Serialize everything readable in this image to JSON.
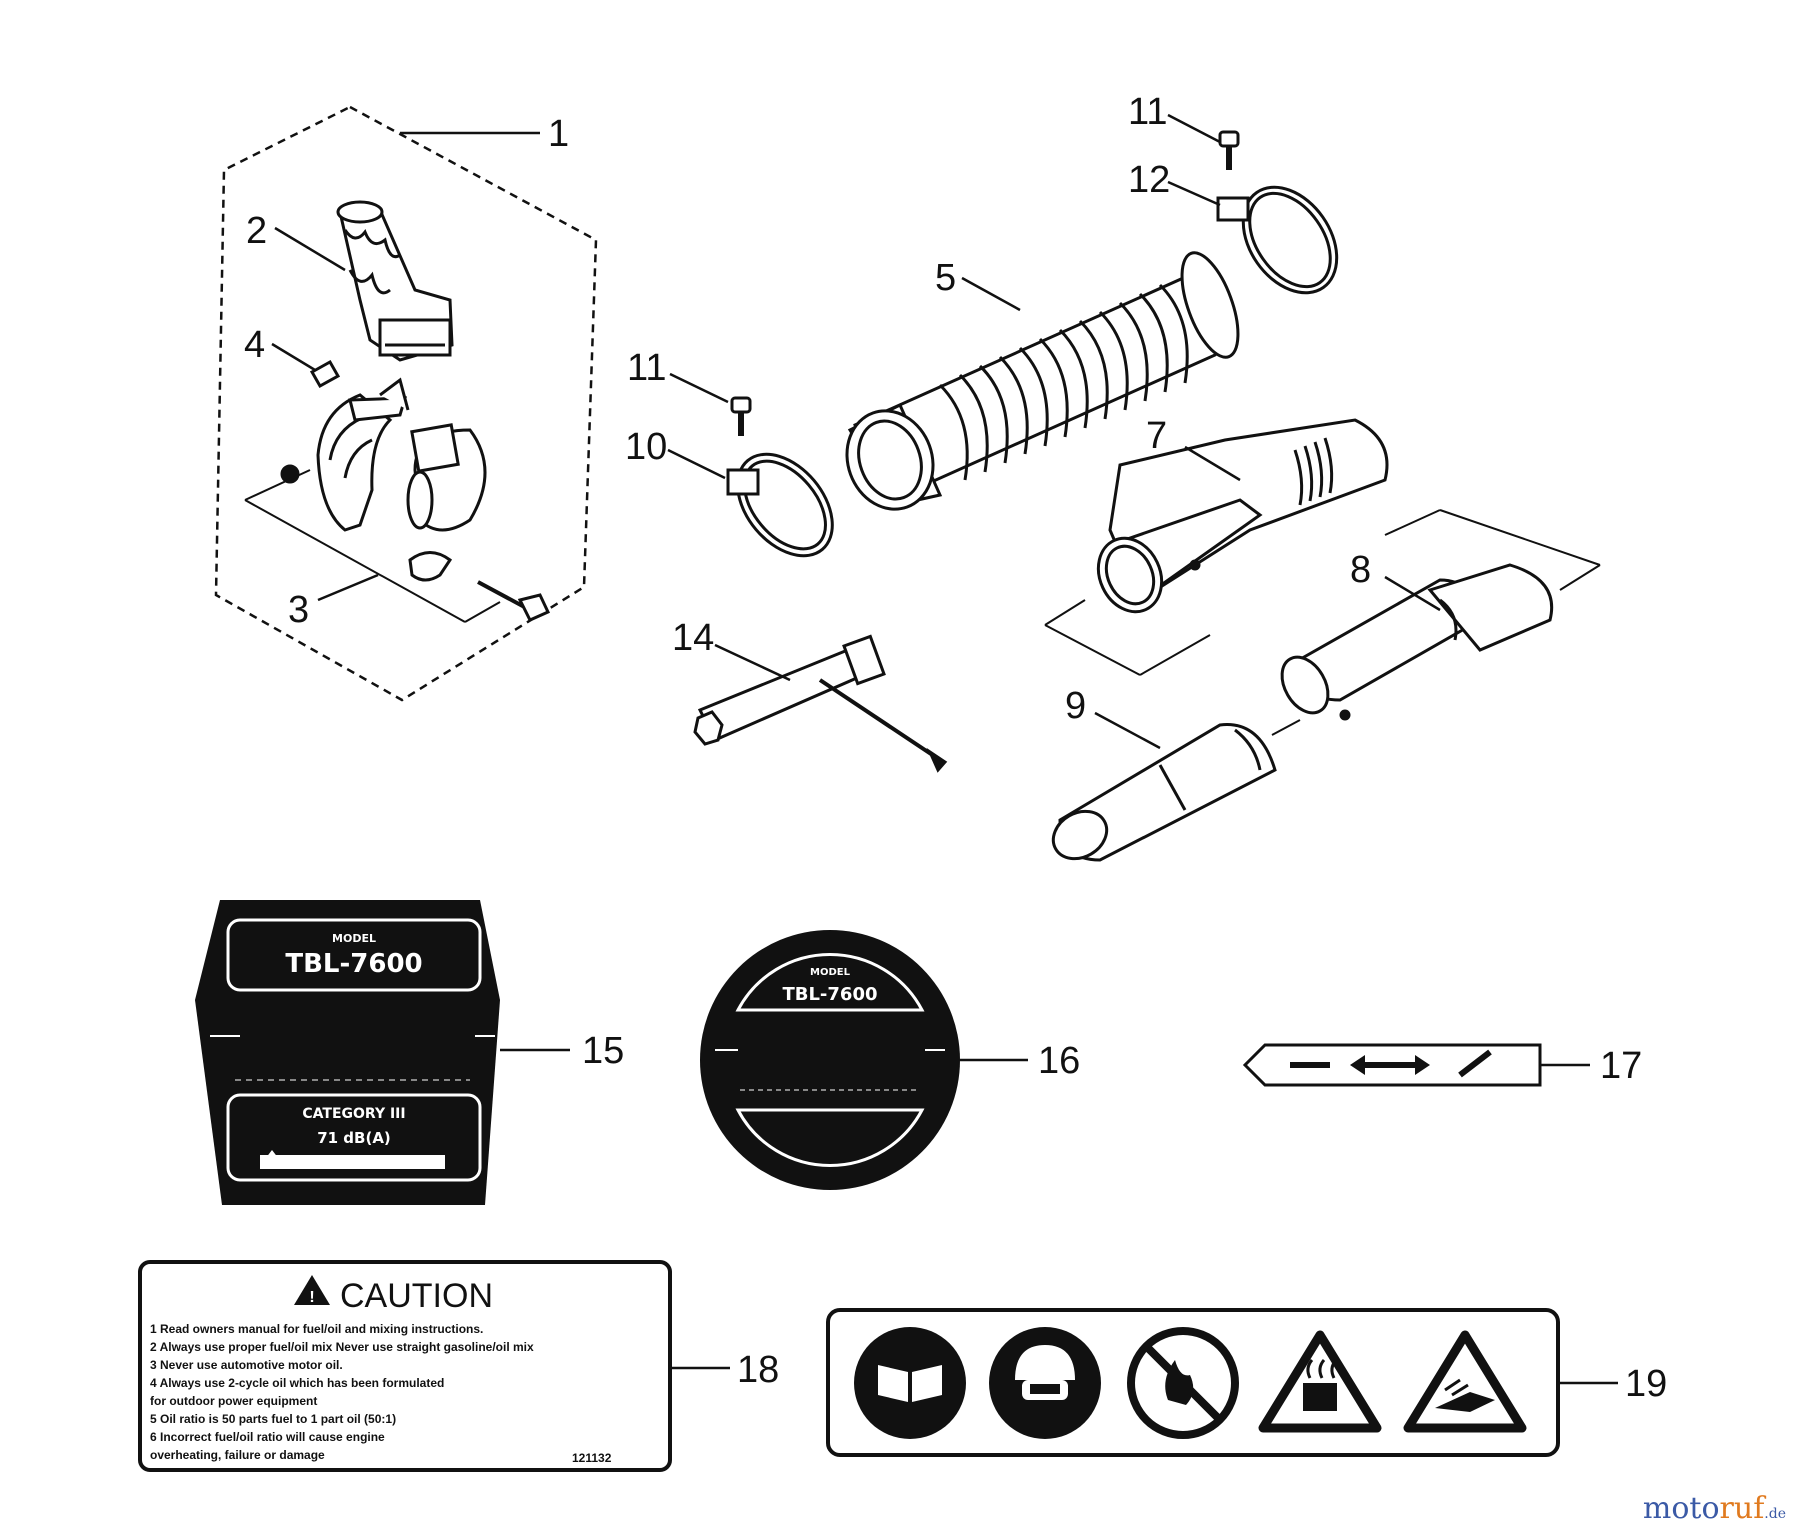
{
  "callouts": [
    "1",
    "2",
    "3",
    "4",
    "5",
    "7",
    "8",
    "9",
    "10",
    "11",
    "11",
    "12",
    "14",
    "15",
    "16",
    "17",
    "18",
    "19"
  ],
  "decal_15": {
    "model_label": "MODEL",
    "model": "TBL-7600",
    "category": "CATEGORY III",
    "dba": "71 dB(A)"
  },
  "decal_16": {
    "model_label": "MODEL",
    "model": "TBL-7600"
  },
  "caution": {
    "title": "CAUTION",
    "lines": [
      "1 Read owners manual for fuel/oil and mixing instructions.",
      "2 Always use proper fuel/oil mix   Never use straight gasoline/oil mix",
      "3 Never use automotive motor oil.",
      "4 Always use 2-cycle oil which has been formulated",
      "   for outdoor power equipment",
      "5 Oil ratio is 50 parts fuel to 1 part oil (50:1)",
      "6 Incorrect fuel/oil ratio will cause engine",
      "   overheating, failure or damage"
    ],
    "code": "121132"
  },
  "watermark": {
    "part1": "moto",
    "part2": "ruf",
    "suffix": ".de"
  },
  "icons": [
    "manual-icon",
    "face-protection-icon",
    "no-fire-icon",
    "hot-surface-icon",
    "hand-hazard-icon"
  ],
  "colors": {
    "line": "#111111",
    "watermark_blue": "#3b5aa6",
    "watermark_orange": "#e07a1f"
  }
}
